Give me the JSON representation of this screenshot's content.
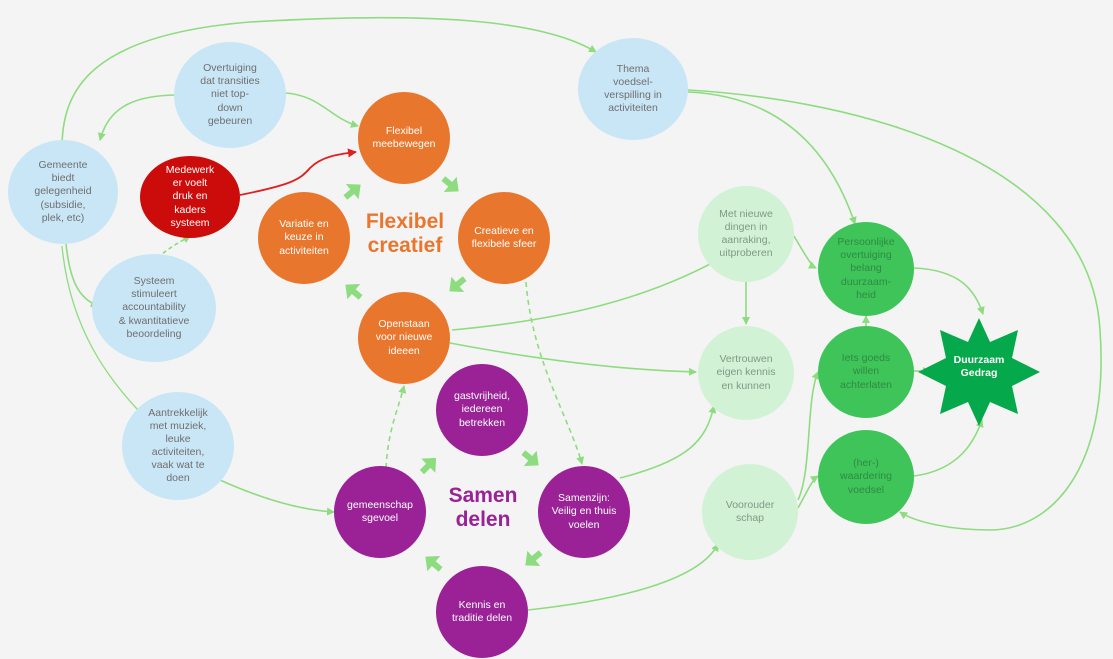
{
  "colors": {
    "blue": "#c9e6f6",
    "orange": "#e8762d",
    "red": "#cc0b0b",
    "purple": "#9a2296",
    "light_green": "#d2f2d6",
    "green": "#3fc45a",
    "star_green": "#05a84a",
    "arrow_green": "#8edc80",
    "arrow_red": "#e02020"
  },
  "hubs": {
    "flexibel": "Flexibel\ncreatief",
    "samen": "Samen\ndelen"
  },
  "nodes": {
    "gemeente": "Gemeente\nbiedt\ngelegenheid\n(subsidie,\nplek, etc)",
    "overtuiging": "Overtuiging\ndat transities\nniet top-\ndown\ngebeuren",
    "thema": "Thema\nvoedsel-\nverspilling in\nactiviteiten",
    "systeem": "Systeem\nstimuleert\naccountability\n& kwantitatieve\nbeoordeling",
    "aantrekkelijk": "Aantrekkelijk\nmet muziek,\nleuke\nactiviteiten,\nvaak wat te\ndoen",
    "medewerker": "Medewerk\ner voelt\ndruk en\nkaders\nsysteem",
    "flexibel_meebewegen": "Flexibel\nmeebewegen",
    "variatie": "Variatie en\nkeuze in\nactiviteiten",
    "creatieve_sfeer": "Creatieve en\nflexibele sfeer",
    "openstaan": "Openstaan\nvoor nieuwe\nideeen",
    "gastvrijheid": "gastvrijheid,\niedereen\nbetrekken",
    "gemeenschap": "gemeenschap\nsgevoel",
    "samenzijn": "Samenzijn:\nVeilig en thuis\nvoelen",
    "kennis_traditie": "Kennis en\ntraditie delen",
    "nieuwe_dingen": "Met nieuwe\ndingen in\naanraking,\nuitproberen",
    "vertrouwen": "Vertrouwen\neigen kennis\nen kunnen",
    "voorouderschap": "Voorouder\nschap",
    "persoonlijke": "Persoonlijke\novertuiging\nbelang\nduurzaam-\nheid",
    "iets_goeds": "Iets goeds\nwillen\nachterlaten",
    "herwaardering": "(her-)\nwaardering\nvoedsel",
    "duurzaam": "Duurzaam\nGedrag"
  }
}
